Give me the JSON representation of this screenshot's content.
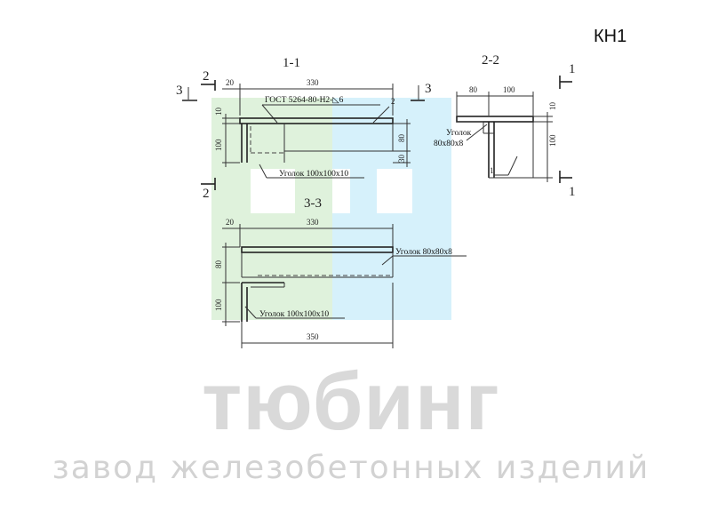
{
  "product_code": "КН1",
  "brand": {
    "name": "тюбинг",
    "tagline": "завод железобетонных изделий"
  },
  "colors": {
    "watermark_green": "#dff2dc",
    "watermark_blue": "#d6f1fb",
    "line": "#333333"
  },
  "sections": {
    "s11": {
      "title": "1-1",
      "dims": {
        "overall": "330",
        "left": "20",
        "top": "10",
        "height_left": "100",
        "height_right": "80",
        "bottom": "30"
      },
      "weld_note": "ГОСТ 5264-80-Н2-◺6",
      "callout": "2",
      "angle_label": "Уголок 100х100х10",
      "cut_left_top": "2",
      "cut_left_bottom": "2",
      "cut_left_side": "3",
      "cut_right": "3"
    },
    "s22": {
      "title": "2-2",
      "dims": {
        "left": "80",
        "right": "100",
        "top": "10",
        "height": "100"
      },
      "angle_label_line1": "Уголок",
      "angle_label_line2": "80х80х8",
      "callout": "1",
      "cut_top": "1",
      "cut_bottom": "1"
    },
    "s33": {
      "title": "3-3",
      "dims": {
        "overall": "330",
        "left": "20",
        "height_top": "80",
        "height_bottom": "100",
        "bottom": "350"
      },
      "angle_label_top": "Уголок 80х80х8",
      "angle_label_bottom": "Уголок 100х100х10"
    }
  }
}
